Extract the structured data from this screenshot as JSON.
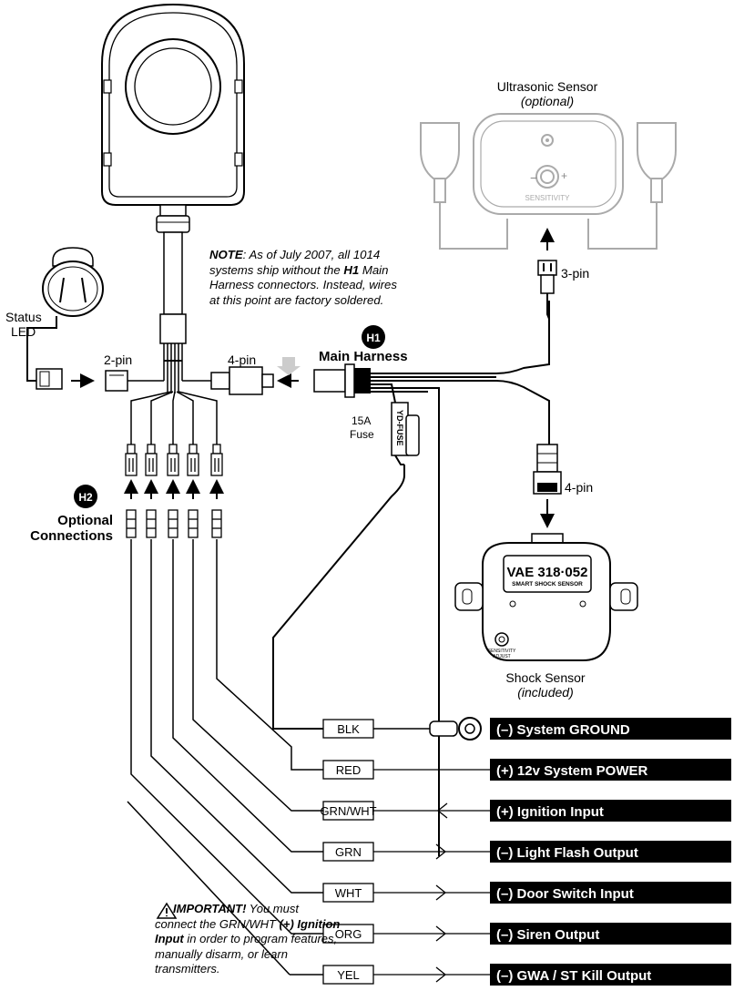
{
  "labels": {
    "ultrasonic_title": "Ultrasonic Sensor",
    "ultrasonic_sub": "(optional)",
    "sensitivity": "SENSITIVITY",
    "minus_sign": "−",
    "plus_sign": "+",
    "status_led_1": "Status",
    "status_led_2": "LED",
    "pin2": "2-pin",
    "pin4_left": "4-pin",
    "pin3": "3-pin",
    "pin4_right": "4-pin",
    "h1_badge": "H1",
    "main_harness": "Main Harness",
    "fuse_1": "15A",
    "fuse_2": "Fuse",
    "fuse_body": "YD-FUSE",
    "h2_badge": "H2",
    "optional_1": "Optional",
    "optional_2": "Connections",
    "shock_model": "VAE 318·052",
    "shock_sub": "SMART SHOCK SENSOR",
    "shock_adjust_1": "SENSITIVITY",
    "shock_adjust_2": "ADJUST",
    "shock_title": "Shock Sensor",
    "shock_sub2": "(included)"
  },
  "note": {
    "prefix": "NOTE",
    "text1": ": As of July 2007, all 1014 systems ship without the ",
    "bold": "H1",
    "text2": " Main Harness connectors. Instead, wires at this point are factory soldered."
  },
  "important": {
    "icon": "warning-icon",
    "prefix": "IMPORTANT!",
    "text1": " You must connect the GRN/WHT ",
    "bold": "(+) Ignition Input",
    "text2": " in order to program features, manually disarm, or learn transmitters."
  },
  "wires": [
    {
      "color_label": "BLK",
      "function": "(–) System GROUND",
      "dir": "none"
    },
    {
      "color_label": "RED",
      "function": "(+) 12v System POWER",
      "dir": "none"
    },
    {
      "color_label": "GRN/WHT",
      "function": "(+) Ignition Input",
      "dir": "in"
    },
    {
      "color_label": "GRN",
      "function": "(–) Light Flash Output",
      "dir": "out"
    },
    {
      "color_label": "WHT",
      "function": "(–) Door Switch Input",
      "dir": "out"
    },
    {
      "color_label": "ORG",
      "function": "(–) Siren Output",
      "dir": "out"
    },
    {
      "color_label": "YEL",
      "function": "(–) GWA / ST Kill Output",
      "dir": "out"
    }
  ],
  "colors": {
    "label_bg": "#000000",
    "label_fg": "#ffffff",
    "optional_gray": "#aaaaaa"
  }
}
